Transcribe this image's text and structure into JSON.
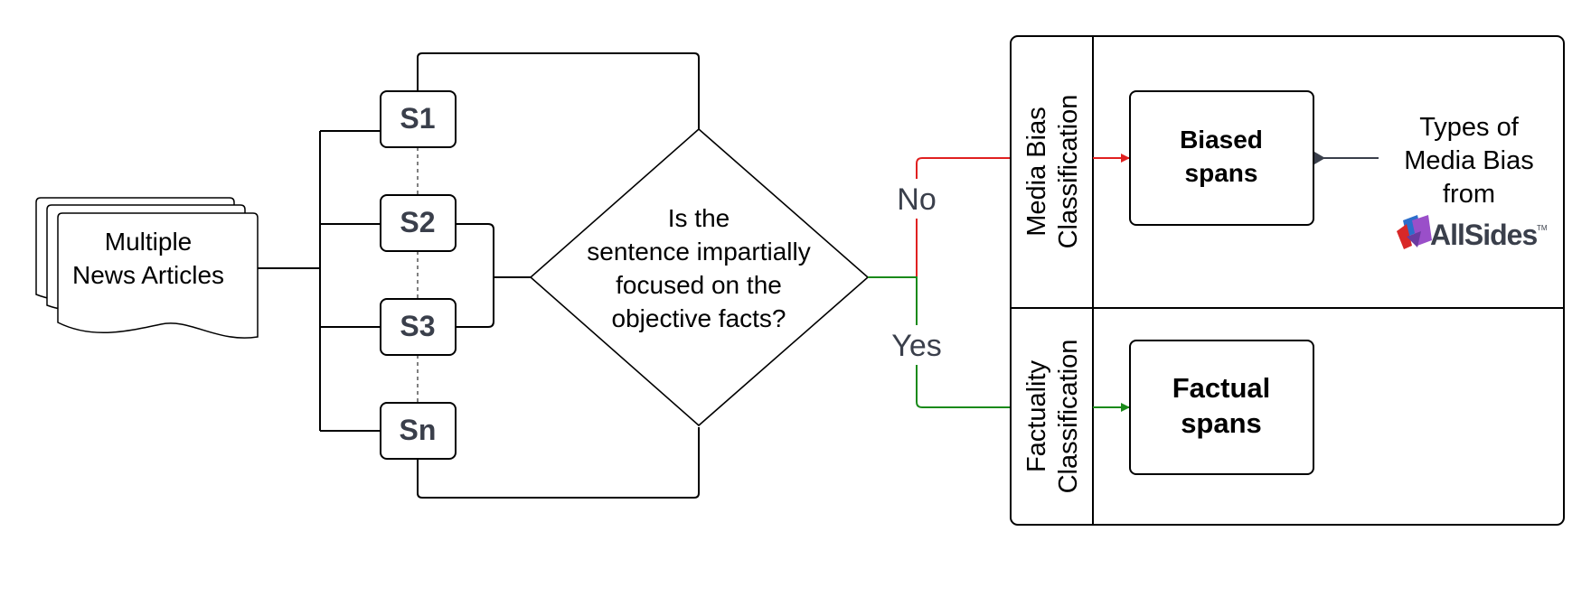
{
  "documents": {
    "label_line1": "Multiple",
    "label_line2": "News Articles"
  },
  "sentences": [
    "S1",
    "S2",
    "S3",
    "Sn"
  ],
  "decision": {
    "lines": [
      "Is the",
      "sentence impartially",
      "focused on the",
      "objective facts?"
    ]
  },
  "branches": {
    "no_label": "No",
    "yes_label": "Yes",
    "no_color": "#e02020",
    "yes_color": "#1a8a1a"
  },
  "classification": {
    "media_bias": {
      "line1": "Media Bias",
      "line2": "Classification",
      "output_line1": "Biased",
      "output_line2": "spans"
    },
    "factuality": {
      "line1": "Factuality",
      "line2": "Classification",
      "output_line1": "Factual",
      "output_line2": "spans"
    }
  },
  "bias_types": {
    "lines": [
      "Types of",
      "Media Bias",
      "from"
    ],
    "logo_text": "AllSides",
    "logo_tm": "TM"
  }
}
